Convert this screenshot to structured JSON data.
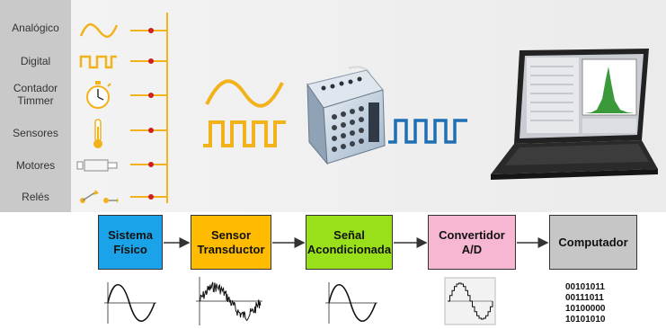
{
  "inputs": [
    {
      "label": "Analógico",
      "icon": "sine-wave-icon"
    },
    {
      "label": "Digital",
      "icon": "square-wave-icon"
    },
    {
      "label": "Contador\nTimmer",
      "icon": "stopwatch-icon"
    },
    {
      "label": "Sensores",
      "icon": "thermometer-icon"
    },
    {
      "label": "Motores",
      "icon": "motor-icon"
    },
    {
      "label": "Relés",
      "icon": "relay-switch-icon"
    }
  ],
  "blocks": [
    {
      "label": "Sistema\nFísico",
      "color": "#1aa3e8"
    },
    {
      "label": "Sensor\nTransductor",
      "color": "#ffbb00"
    },
    {
      "label": "Señal\nAcondicionada",
      "color": "#99e01a"
    },
    {
      "label": "Convertidor\nA/D",
      "color": "#f7b7d2"
    },
    {
      "label": "Computador",
      "color": "#c6c6c6"
    }
  ],
  "binary": [
    "00101011",
    "00111011",
    "10100000",
    "10101010"
  ],
  "colors": {
    "accent": "#f2b21b",
    "node": "#cc1f1f",
    "digital_wave": "#1e6fb4"
  }
}
